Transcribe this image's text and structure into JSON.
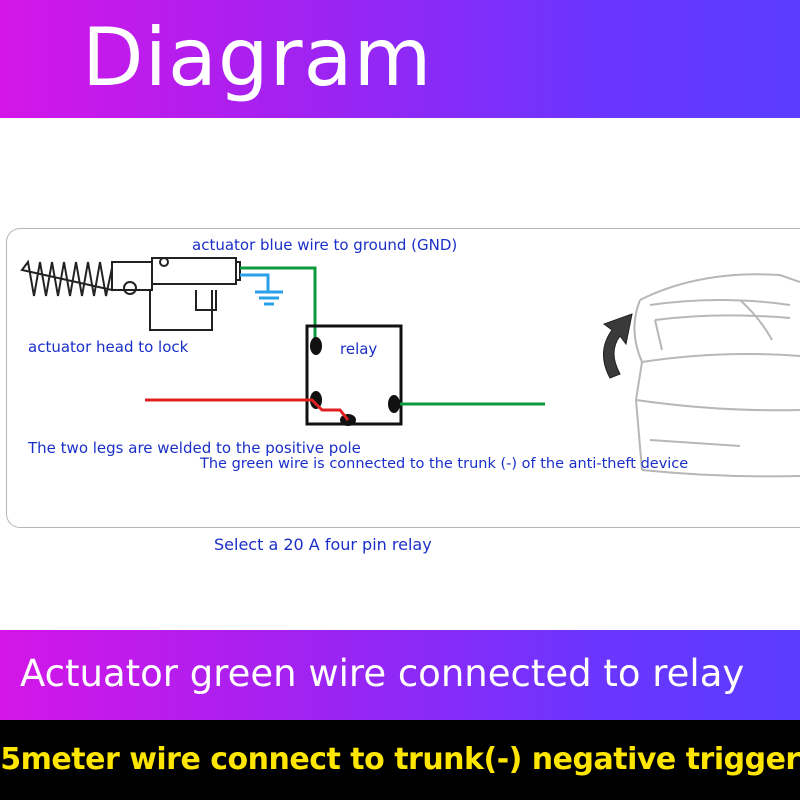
{
  "header": {
    "title": "Diagram"
  },
  "diagram": {
    "labels": {
      "blue_wire_to_ground": "actuator blue wire to ground (GND)",
      "actuator_head": "actuator head to lock",
      "relay": "relay",
      "legs_welded": "The two legs are welded to the positive pole",
      "green_wire_trunk": "The green wire is connected to the trunk (-) of the anti-theft device",
      "relay_spec": "Select a 20 A four pin relay"
    },
    "wire_colors": {
      "red": "#e02020",
      "green": "#0b9a3c",
      "blue": "#2aa0e8",
      "relay_outline": "#111111",
      "label_text": "#1a2fc8"
    },
    "icons": [
      "actuator-icon",
      "ground-symbol-icon",
      "relay-box-icon",
      "car-trunk-icon",
      "curved-arrow-icon"
    ]
  },
  "footer": {
    "caption": "Actuator green wire connected to relay",
    "note": "5meter wire connect to trunk(-) negative trigger"
  }
}
